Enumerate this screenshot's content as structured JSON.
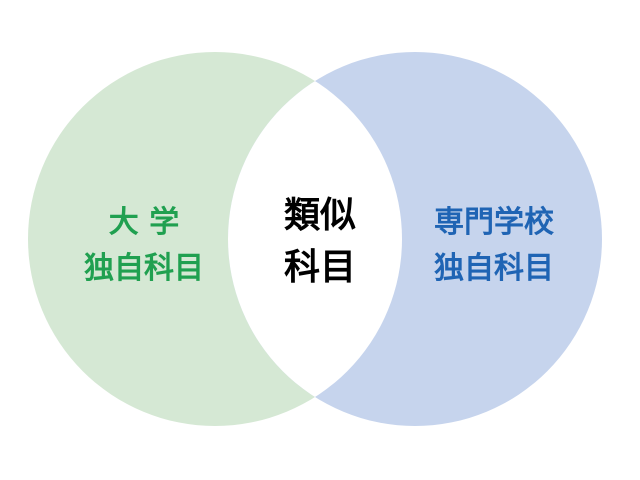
{
  "diagram": {
    "left_circle": {
      "label_line1": "大 学",
      "label_line2": "独自科目",
      "fill_color": "#d5e8d4",
      "text_color": "#20a050"
    },
    "right_circle": {
      "label_line1": "専門学校",
      "label_line2": "独自科目",
      "fill_color": "#c6d4ed",
      "text_color": "#1f64b4"
    },
    "intersection": {
      "label_line1": "類似",
      "label_line2": "科目",
      "fill_color": "#ffffff",
      "text_color": "#000000"
    }
  }
}
